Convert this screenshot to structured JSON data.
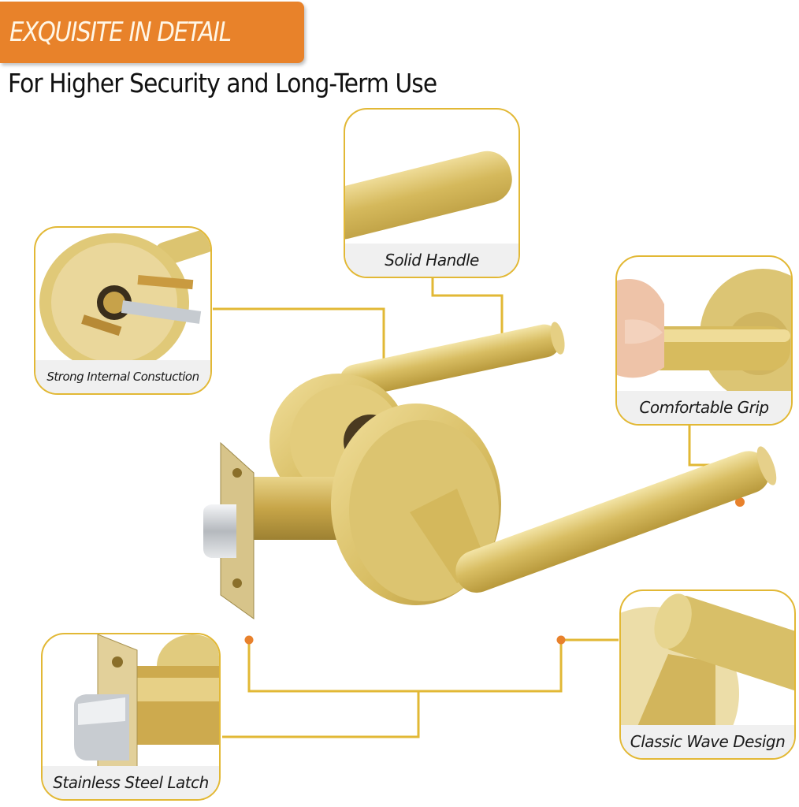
{
  "header": {
    "banner_label": "EXQUISITE IN DETAIL",
    "subtitle": "For Higher Security and Long-Term Use"
  },
  "callouts": [
    {
      "id": "solid-handle",
      "label": "Solid Handle"
    },
    {
      "id": "strong-internal-construction",
      "label": "Strong Internal Constuction"
    },
    {
      "id": "comfortable-grip",
      "label": "Comfortable Grip"
    },
    {
      "id": "stainless-steel-latch",
      "label": "Stainless Steel Latch"
    },
    {
      "id": "classic-wave-design",
      "label": "Classic Wave Design"
    }
  ],
  "colors": {
    "banner": "#e8822a",
    "border": "#e2b835",
    "connector": "#e2b835",
    "dot": "#e8812c",
    "brass": "#d9c06a",
    "chrome": "#c9cdd2",
    "caption_bg": "#f0f0f0"
  }
}
